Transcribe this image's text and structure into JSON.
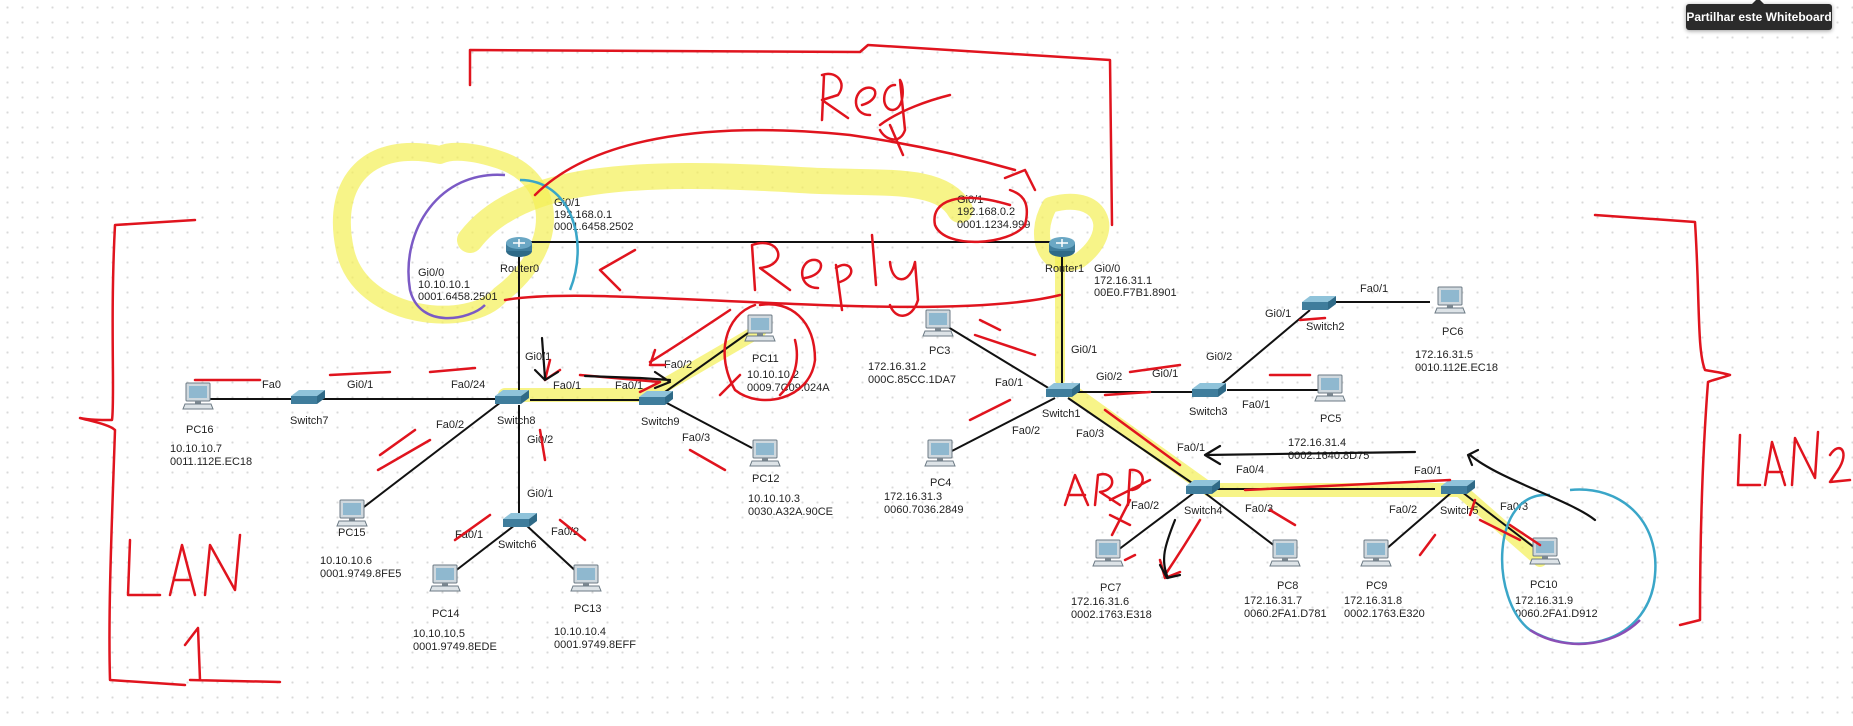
{
  "tooltip": "Partilhar este Whiteboard",
  "colors": {
    "ink_red": "#e0141e",
    "highlight": "#f3f056",
    "cable": "#111111",
    "router": "#4d88a6"
  },
  "devices": {
    "router0": {
      "name": "Router0",
      "port_gi00": "Gi0/0",
      "ip_gi00": "10.10.10.1",
      "mac_gi00": "0001.6458.2501",
      "port_gi01": "Gi0/1",
      "ip_gi01": "192.168.0.1",
      "mac_gi01": "0001.6458.2502"
    },
    "router1": {
      "name": "Router1",
      "port_gi01": "Gi0/1",
      "ip_gi01": "192.168.0.2",
      "mac_gi01": "0001.1234.999",
      "port_gi00": "Gi0/0",
      "ip_gi00": "172.16.31.1",
      "mac_gi00": "00E0.F7B1.8901"
    },
    "switch7": {
      "name": "Switch7"
    },
    "switch8": {
      "name": "Switch8"
    },
    "switch9": {
      "name": "Switch9"
    },
    "switch6": {
      "name": "Switch6"
    },
    "switch1": {
      "name": "Switch1"
    },
    "switch2": {
      "name": "Switch2"
    },
    "switch3": {
      "name": "Switch3"
    },
    "switch4": {
      "name": "Switch4"
    },
    "switch5": {
      "name": "Switch5"
    },
    "pc16": {
      "name": "PC16",
      "ip": "10.10.10.7",
      "mac": "0011.112E.EC18"
    },
    "pc15": {
      "name": "PC15",
      "ip": "10.10.10.6",
      "mac": "0001.9749.8FE5"
    },
    "pc14": {
      "name": "PC14",
      "ip": "10.10.10.5",
      "mac": "0001.9749.8EDE"
    },
    "pc13": {
      "name": "PC13",
      "ip": "10.10.10.4",
      "mac": "0001.9749.8EFF"
    },
    "pc11": {
      "name": "PC11",
      "ip": "10.10.10.2",
      "mac": "0009.7C09.024A"
    },
    "pc12": {
      "name": "PC12",
      "ip": "10.10.10.3",
      "mac": "0030.A32A.90CE"
    },
    "pc3": {
      "name": "PC3",
      "ip": "172.16.31.2",
      "mac": "000C.85CC.1DA7"
    },
    "pc4": {
      "name": "PC4",
      "ip": "172.16.31.3",
      "mac": "0060.7036.2849"
    },
    "pc6": {
      "name": "PC6",
      "ip": "172.16.31.5",
      "mac": "0010.112E.EC18"
    },
    "pc5": {
      "name": "PC5",
      "ip": "172.16.31.4",
      "mac": "0002.1640.8D75"
    },
    "pc7": {
      "name": "PC7",
      "ip": "172.16.31.6",
      "mac": "0002.1763.E318"
    },
    "pc8": {
      "name": "PC8",
      "ip": "172.16.31.7",
      "mac": "0060.2FA1.D781"
    },
    "pc9": {
      "name": "PC9",
      "ip": "172.16.31.8",
      "mac": "0002.1763.E320"
    },
    "pc10": {
      "name": "PC10",
      "ip": "172.16.31.9",
      "mac": "0060.2FA1.D912"
    }
  },
  "ports": {
    "s7_fa0": "Fa0",
    "s7_gi01": "Gi0/1",
    "s8_fa024": "Fa0/24",
    "s8_fa02": "Fa0/2",
    "s8_gi01": "Gi0/1",
    "s8_fa01": "Fa0/1",
    "s8_gi02": "Gi0/2",
    "s6_gi01": "Gi0/1",
    "s6_fa01": "Fa0/1",
    "s6_fa02": "Fa0/2",
    "s9_fa01": "Fa0/1",
    "s9_fa02": "Fa0/2",
    "s9_fa03": "Fa0/3",
    "s1_gi01": "Gi0/1",
    "s1_fa01": "Fa0/1",
    "s1_fa02": "Fa0/2",
    "s1_gi02": "Gi0/2",
    "s1_fa03": "Fa0/3",
    "s3_gi01": "Gi0/1",
    "s3_gi02": "Gi0/2",
    "s3_fa01": "Fa0/1",
    "s2_gi01": "Gi0/1",
    "s2_fa01": "Fa0/1",
    "s4_fa01": "Fa0/1",
    "s4_fa04": "Fa0/4",
    "s4_fa02": "Fa0/2",
    "s4_fa03": "Fa0/3",
    "s5_fa01": "Fa0/1",
    "s5_fa02": "Fa0/2",
    "s5_fa03": "Fa0/3"
  },
  "annotations": {
    "req": "Req",
    "reply": "Reply",
    "arp": "ARP",
    "lan1_line1": "LAN",
    "lan1_line2": "1",
    "lan2": "LAN 2"
  }
}
